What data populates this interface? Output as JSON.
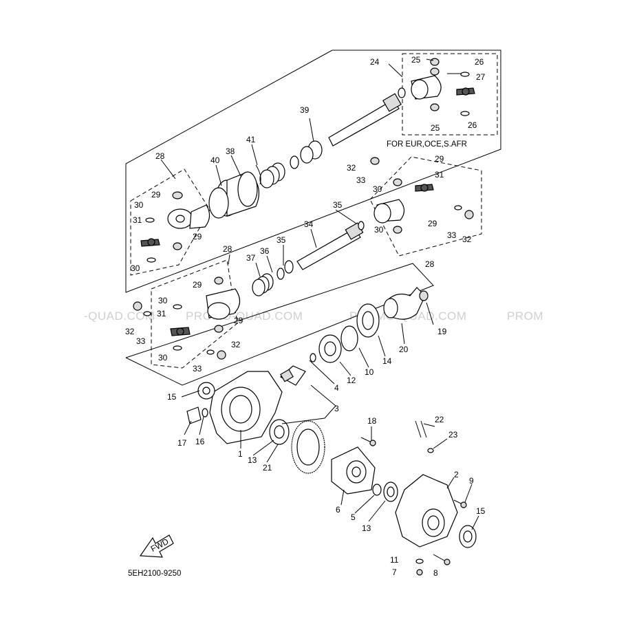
{
  "watermark": "PROMO-QUAD.COM",
  "watermark_fragments": [
    "-QUAD.COM",
    "PROMO-QUAD.COM",
    "PROMO-QUAD.COM",
    "PROM"
  ],
  "notes": {
    "region_note": "FOR EUR,OCE,S.AFR",
    "diagram_code": "5EH2100-9250",
    "fwd_arrow": "FWD"
  },
  "callouts": {
    "c1": "1",
    "c2": "2",
    "c3": "3",
    "c4": "4",
    "c5": "5",
    "c6": "6",
    "c7": "7",
    "c8": "8",
    "c9": "9",
    "c10": "10",
    "c11": "11",
    "c12": "12",
    "c13a": "13",
    "c13b": "13",
    "c14": "14",
    "c15a": "15",
    "c15b": "15",
    "c16": "16",
    "c17": "17",
    "c18": "18",
    "c19": "19",
    "c20": "20",
    "c21": "21",
    "c22": "22",
    "c23": "23",
    "c24": "24",
    "c25a": "25",
    "c25b": "25",
    "c26a": "26",
    "c26b": "26",
    "c27": "27",
    "c28a": "28",
    "c28b": "28",
    "c28c": "28",
    "c29a": "29",
    "c29b": "29",
    "c29c": "29",
    "c29d": "29",
    "c29e": "29",
    "c29f": "29",
    "c30a": "30",
    "c30b": "30",
    "c30c": "30",
    "c30d": "30",
    "c30e": "30",
    "c30f": "30",
    "c31a": "31",
    "c31b": "31",
    "c31c": "31",
    "c32a": "32",
    "c32b": "32",
    "c32c": "32",
    "c32d": "32",
    "c33a": "33",
    "c33b": "33",
    "c33c": "33",
    "c33d": "33",
    "c34": "34",
    "c35a": "35",
    "c35b": "35",
    "c36": "36",
    "c37": "37",
    "c38": "38",
    "c39": "39",
    "c40": "40",
    "c41": "41"
  }
}
